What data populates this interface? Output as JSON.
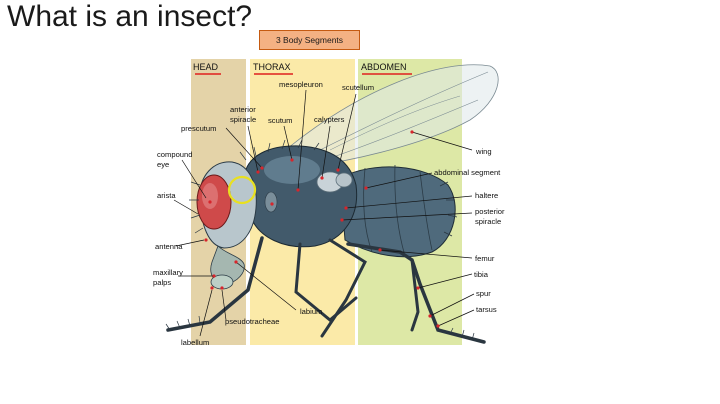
{
  "slide": {
    "title": "What is an insect?",
    "badge": "3 Body Segments"
  },
  "colors": {
    "head_band": "#e4d3a8",
    "thorax_band": "#fbeaa8",
    "abdomen_band": "#dde8a6",
    "badge_fill": "#f4b183",
    "underline": "#e0201e",
    "pointer_dot": "#d7262c",
    "highlight_circle": "#e8e020"
  },
  "segments": {
    "head": "HEAD",
    "thorax": "THORAX",
    "abdomen": "ABDOMEN"
  },
  "labels": {
    "prescutum": "prescutum",
    "anterior_spiracle_1": "anterior",
    "anterior_spiracle_2": "spiracle",
    "scutum": "scutum",
    "mesopleuron": "mesopleuron",
    "calypters": "calypters",
    "scutellum": "scutellum",
    "compound_eye_1": "compound",
    "compound_eye_2": "eye",
    "arista": "arista",
    "antenna": "antenna",
    "maxillary_palps_1": "maxillary",
    "maxillary_palps_2": "palps",
    "pseudotracheae": "pseudotracheae",
    "labellum": "labellum",
    "labium": "labium",
    "wing": "wing",
    "abdominal_segment": "abdominal segment",
    "haltere": "haltere",
    "posterior_spiracle_1": "posterior",
    "posterior_spiracle_2": "spiracle",
    "femur": "femur",
    "tibia": "tibia",
    "spur": "spur",
    "tarsus": "tarsus"
  }
}
